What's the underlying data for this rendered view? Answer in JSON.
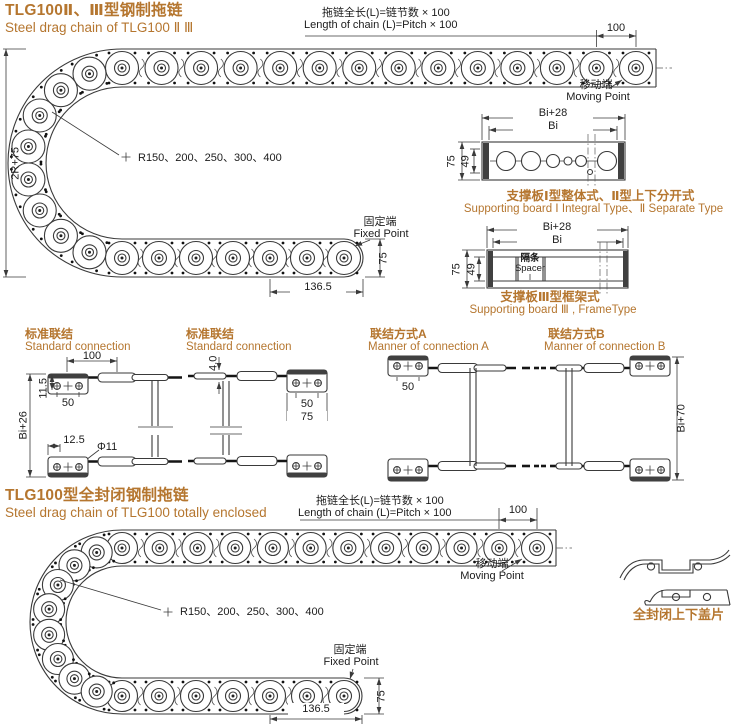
{
  "colors": {
    "accent": "#b5762f",
    "ink": "#1c1c1c",
    "line": "#3a3a3a"
  },
  "top_section": {
    "title_zh": "TLG100Ⅱ、Ⅲ型钢制拖链",
    "title_en": "Steel drag chain of TLG100 Ⅱ Ⅲ",
    "formula_zh": "拖链全长(L)=链节数 × 100",
    "formula_en": "Length of chain (L)=Pitch × 100",
    "pitch_dim": "100",
    "moving_zh": "移动端",
    "moving_en": "Moving Point",
    "height_dim": "2R+75",
    "radius_options": "R150、200、250、300、400",
    "fixed_zh": "固定端",
    "fixed_en": "Fixed Point",
    "end_dim": "136.5",
    "band_dim": "75"
  },
  "board_integral": {
    "outer_dim": "Bi+28",
    "inner_dim": "Bi",
    "height_dim": "75",
    "inner_height_dim": "49",
    "caption_zh": "支撑板Ⅰ型整体式、Ⅱ型上下分开式",
    "caption_en": "Supporting board Ⅰ Integral Type、Ⅱ Separate Type"
  },
  "board_frame": {
    "outer_dim": "Bi+28",
    "inner_dim": "Bi",
    "height_dim": "75",
    "inner_height_dim": "49",
    "spacer_zh": "隔条",
    "spacer_en": "Spacer",
    "caption_zh": "支撑板Ⅲ型框架式",
    "caption_en": "Supporting board Ⅲ , FrameType"
  },
  "connections": {
    "std1": {
      "title_zh": "标准联结",
      "title_en": "Standard connection",
      "dim_100": "100",
      "dim_50": "50",
      "dim_11_5": "11.5",
      "dim_bi26": "Bi+26",
      "dim_12_5": "12.5",
      "dim_hole": "Φ11"
    },
    "std2": {
      "title_zh": "标准联结",
      "title_en": "Standard connection",
      "dim_4": "4.0",
      "dim_50": "50",
      "dim_75": "75"
    },
    "manner_a": {
      "title_zh": "联结方式A",
      "title_en": "Manner of connection A",
      "dim_50": "50"
    },
    "manner_b": {
      "title_zh": "联结方式B",
      "title_en": "Manner of connection B",
      "dim_bi70": "Bi+70"
    }
  },
  "bottom_section": {
    "title_zh": "TLG100型全封闭钢制拖链",
    "title_en": "Steel drag chain of TLG100 totally enclosed",
    "formula_zh": "拖链全长(L)=链节数 × 100",
    "formula_en": "Length of chain (L)=Pitch × 100",
    "pitch_dim": "100",
    "moving_zh": "移动端",
    "moving_en": "Moving Point",
    "radius_options": "R150、200、250、300、400",
    "fixed_zh": "固定端",
    "fixed_en": "Fixed Point",
    "end_dim": "136.5",
    "band_dim": "75",
    "cover_label": "全封闭上下盖片"
  }
}
